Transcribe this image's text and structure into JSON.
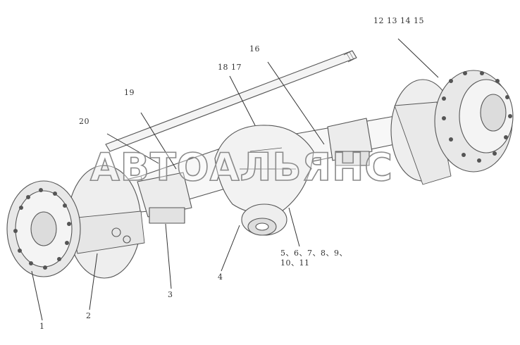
{
  "watermark": "АВТОАЛЬЯНС",
  "callouts": {
    "c1": "1",
    "c2": "2",
    "c3": "3",
    "c4": "4",
    "c5_11_line1": "5、6、7、8、9、",
    "c5_11_line2": "10、11",
    "c12_15": "12 13 14 15",
    "c16": "16",
    "c18_17": "18 17",
    "c19": "19",
    "c20": "20"
  }
}
